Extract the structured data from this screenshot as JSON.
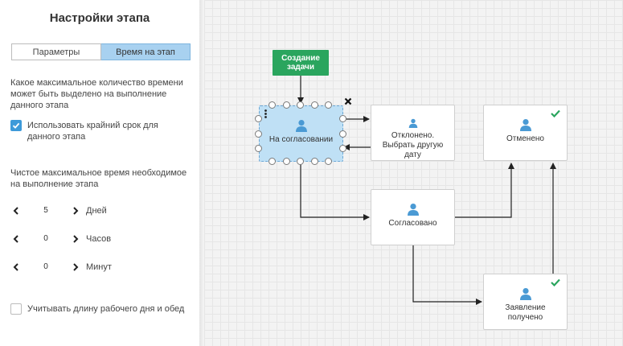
{
  "panel": {
    "title": "Настройки этапа",
    "tabs": [
      {
        "label": "Параметры",
        "active": false
      },
      {
        "label": "Время на этап",
        "active": true
      }
    ],
    "description": "Какое максимальное количество времени может быть выделено на выполнение данного этапа",
    "use_deadline": {
      "label": "Использовать крайний срок для данного этапа",
      "checked": true
    },
    "net_time_label": "Чистое максимальное время необходимое на выполнение этапа",
    "durations": [
      {
        "value": "5",
        "unit": "Дней"
      },
      {
        "value": "0",
        "unit": "Часов"
      },
      {
        "value": "0",
        "unit": "Минут"
      }
    ],
    "working_day": {
      "label": "Учитывать длину рабочего дня и обед",
      "checked": false
    }
  },
  "flow": {
    "start_label": "Создание задачи",
    "nodes": {
      "approval": {
        "label": "На согласовании"
      },
      "rejected": {
        "label": "Отклонено. Выбрать другую дату"
      },
      "cancelled": {
        "label": "Отменено"
      },
      "approved": {
        "label": "Согласовано"
      },
      "received": {
        "label": "Заявление получено"
      }
    }
  },
  "colors": {
    "accent": "#3d9ad9",
    "start": "#2aa55e",
    "check": "#2aa55e",
    "selected_tab": "#a8d1f0"
  },
  "icons": [
    "chevron-left-icon",
    "chevron-right-icon",
    "checkbox-check-icon",
    "user-icon",
    "check-mark-icon",
    "close-icon",
    "kebab-icon"
  ]
}
